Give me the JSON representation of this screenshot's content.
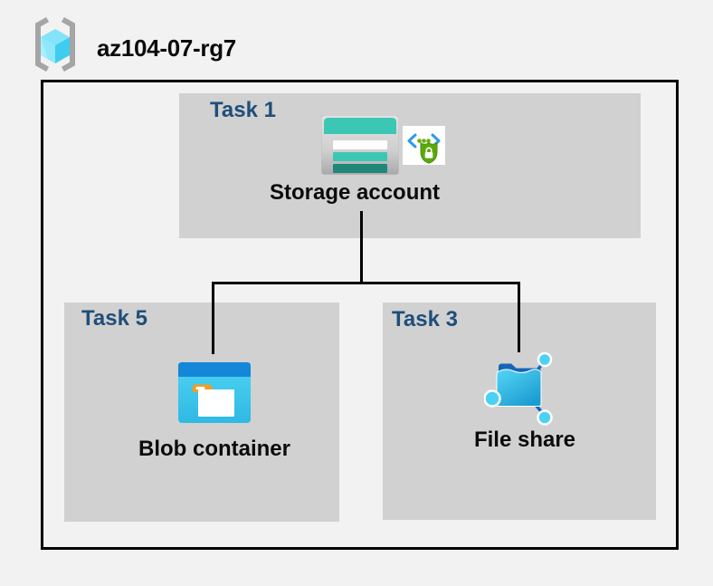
{
  "header": {
    "title": "az104-07-rg7",
    "icon": "resource-group-icon"
  },
  "colors": {
    "page_bg": "#F2F2F2",
    "task_box_bg": "#D1D1D1",
    "boundary_border": "#000000",
    "task_label": "#1F4E79",
    "node_label": "#0B0B0B",
    "storage_teal": "#3CC7B4",
    "storage_dark_teal": "#20877A",
    "blob_blue": "#1487D8",
    "blob_cyan": "#3FC9EE",
    "folder_orange": "#F79C1D",
    "shield_green": "#5BA80B",
    "bracket_blue": "#2E9BE8",
    "rg_bracket_gray": "#A5A5A5"
  },
  "diagram": {
    "groups": [
      {
        "id": "task1",
        "label": "Task 1",
        "node": {
          "label": "Storage account",
          "icons": [
            "storage-account-icon",
            "secure-endpoint-icon"
          ]
        }
      },
      {
        "id": "task5",
        "label": "Task 5",
        "node": {
          "label": "Blob container",
          "icons": [
            "blob-container-icon"
          ]
        }
      },
      {
        "id": "task3",
        "label": "Task 3",
        "node": {
          "label": "File share",
          "icons": [
            "file-share-icon"
          ]
        }
      }
    ],
    "edges": [
      {
        "from": "Storage account",
        "to": "Blob container"
      },
      {
        "from": "Storage account",
        "to": "File share"
      }
    ]
  }
}
